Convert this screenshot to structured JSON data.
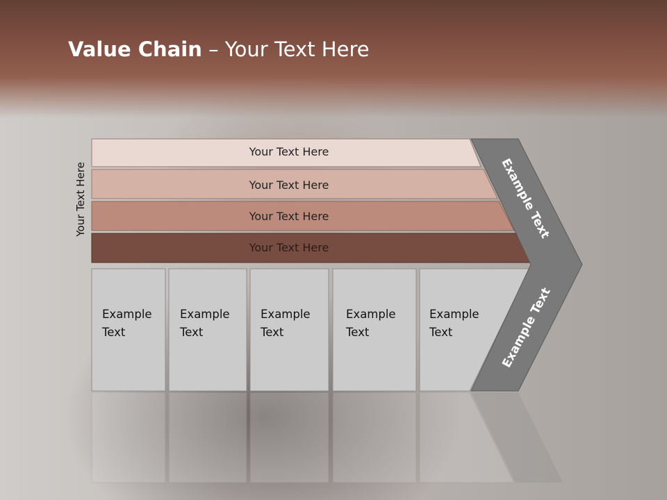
{
  "slide": {
    "title_bold": "Value Chain",
    "title_rest": " – Your Text Here",
    "side_label": "Your Text Here"
  },
  "rows": [
    {
      "label": "Your Text Here",
      "fill": "#ead8d3"
    },
    {
      "label": "Your Text Here",
      "fill": "#d4b2a6"
    },
    {
      "label": "Your Text Here",
      "fill": "#bc8b7c"
    },
    {
      "label": "Your Text Here",
      "fill": "#774d42"
    }
  ],
  "boxes": [
    {
      "line1": "Example",
      "line2": "Text"
    },
    {
      "line1": "Example",
      "line2": "Text"
    },
    {
      "line1": "Example",
      "line2": "Text"
    },
    {
      "line1": "Example",
      "line2": "Text"
    },
    {
      "line1": "Example",
      "line2": "Text"
    }
  ],
  "chevron": {
    "upper_text": "Example Text",
    "lower_text": "Example Text",
    "fill": "#7a7a7a"
  },
  "colors": {
    "band": "#7f4f42",
    "box_fill": "#cbcbcb",
    "box_stroke": "#8f8f8f"
  }
}
